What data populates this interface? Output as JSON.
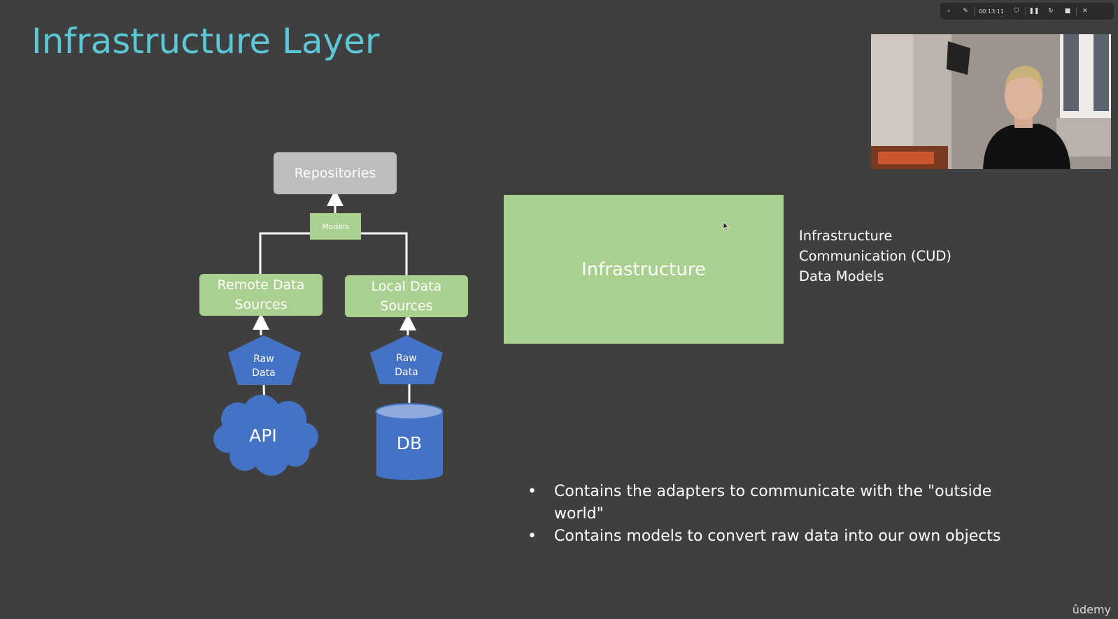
{
  "slide": {
    "title": "Infrastructure Layer",
    "diagram": {
      "repositories": "Repositories",
      "models": "Models",
      "remote": "Remote Data Sources",
      "local": "Local Data Sources",
      "raw_left": "Raw Data",
      "raw_right": "Raw Data",
      "api": "API",
      "db": "DB"
    },
    "layer_box": "Infrastructure",
    "side_list": [
      "Infrastructure",
      "Communication (CUD)",
      "Data Models"
    ],
    "bullets": [
      "Contains the adapters to communicate with the \"outside world\"",
      "Contains models to convert raw data into our own objects"
    ]
  },
  "player": {
    "time": "00:13:11",
    "watermark": "ûdemy"
  },
  "colors": {
    "background": "#3f3f3f",
    "title": "#5cc8d6",
    "green": "#a9d08e",
    "grey": "#bdbdbd",
    "blue": "#4472c4"
  }
}
